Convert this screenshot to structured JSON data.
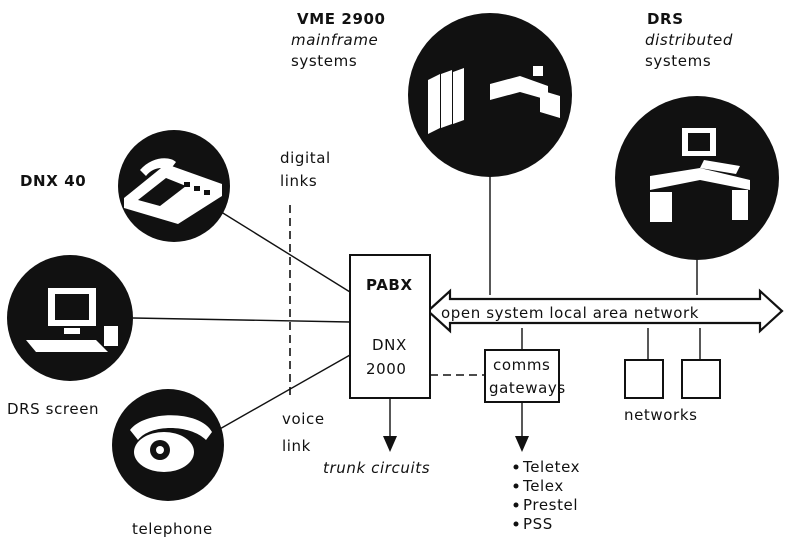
{
  "labels": {
    "vme_line1": "VME 2900",
    "vme_line2": "mainframe",
    "vme_line3": "systems",
    "drs_line1": "DRS",
    "drs_line2": "distributed",
    "drs_line3": "systems",
    "dnx40": "DNX 40",
    "digital_line1": "digital",
    "digital_line2": "links",
    "drs_screen": "DRS screen",
    "telephone": "telephone",
    "voice_line1": "voice",
    "voice_line2": "link",
    "pabx": "PABX",
    "dnx2000_line1": "DNX",
    "dnx2000_line2": "2000",
    "lan": "open system local area network",
    "comms_line1": "comms",
    "comms_line2": "gateways",
    "networks": "networks",
    "trunk": "trunk circuits"
  },
  "gateway_services": [
    "Teletex",
    "Telex",
    "Prestel",
    "PSS"
  ],
  "icons": {
    "vme": "mainframe-cabinets-icon",
    "drs": "desktop-workstation-icon",
    "dnx40": "desk-telephone-icon",
    "drs_screen": "terminal-screen-icon",
    "telephone": "rotary-telephone-icon"
  }
}
